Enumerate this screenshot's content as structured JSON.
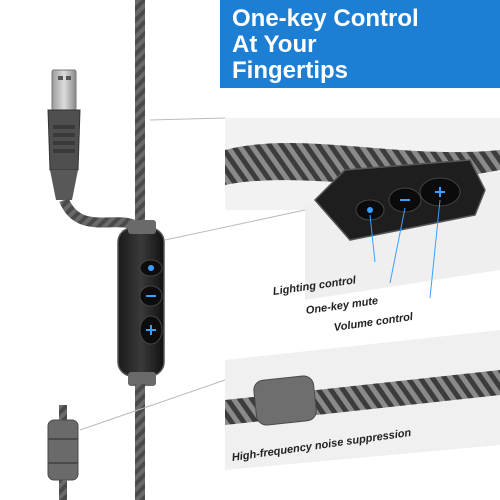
{
  "headline": {
    "line1": "One-key Control",
    "line2": "At Your",
    "line3": "Fingertips"
  },
  "callouts": {
    "lighting": "Lighting control",
    "mute": "One-key mute",
    "volume": "Volume control",
    "noise": "High-frequency noise suppression"
  },
  "colors": {
    "accent_blue": "#1d7fd3",
    "button_glow": "#3aa0ff",
    "cable": "#5a5a5a"
  },
  "icons": [
    "brightness-icon",
    "minus-icon",
    "plus-icon"
  ]
}
